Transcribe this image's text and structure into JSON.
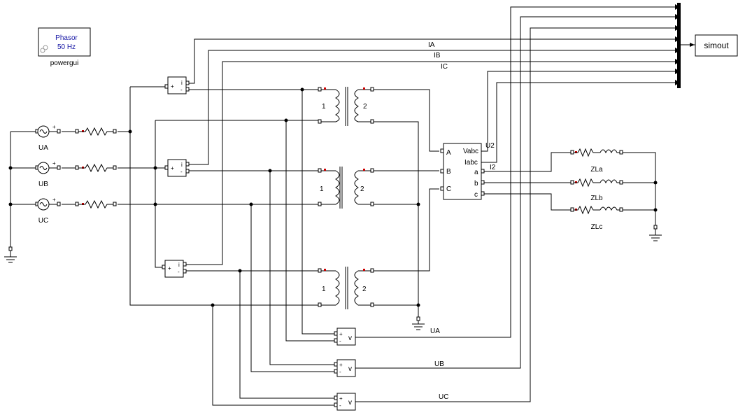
{
  "powergui": {
    "line1": "Phasor",
    "line2": "50 Hz",
    "name": "powergui"
  },
  "sources": {
    "a": "UA",
    "b": "UB",
    "c": "UC"
  },
  "signals": {
    "ia": "IA",
    "ib": "IB",
    "ic": "IC",
    "u2": "U2",
    "i2": "I2",
    "ua": "UA",
    "ub": "UB",
    "uc": "UC"
  },
  "transformer": {
    "w1": "1",
    "w2": "2"
  },
  "measure": {
    "plus": "+",
    "minus": "-",
    "i": "i",
    "v": "v"
  },
  "vi_block": {
    "A": "A",
    "B": "B",
    "C": "C",
    "vabc": "Vabc",
    "iabc": "Iabc",
    "a": "a",
    "b": "b",
    "c": "c"
  },
  "loads": {
    "a": "ZLa",
    "b": "ZLb",
    "c": "ZLc"
  },
  "sink": {
    "name": "simout"
  }
}
